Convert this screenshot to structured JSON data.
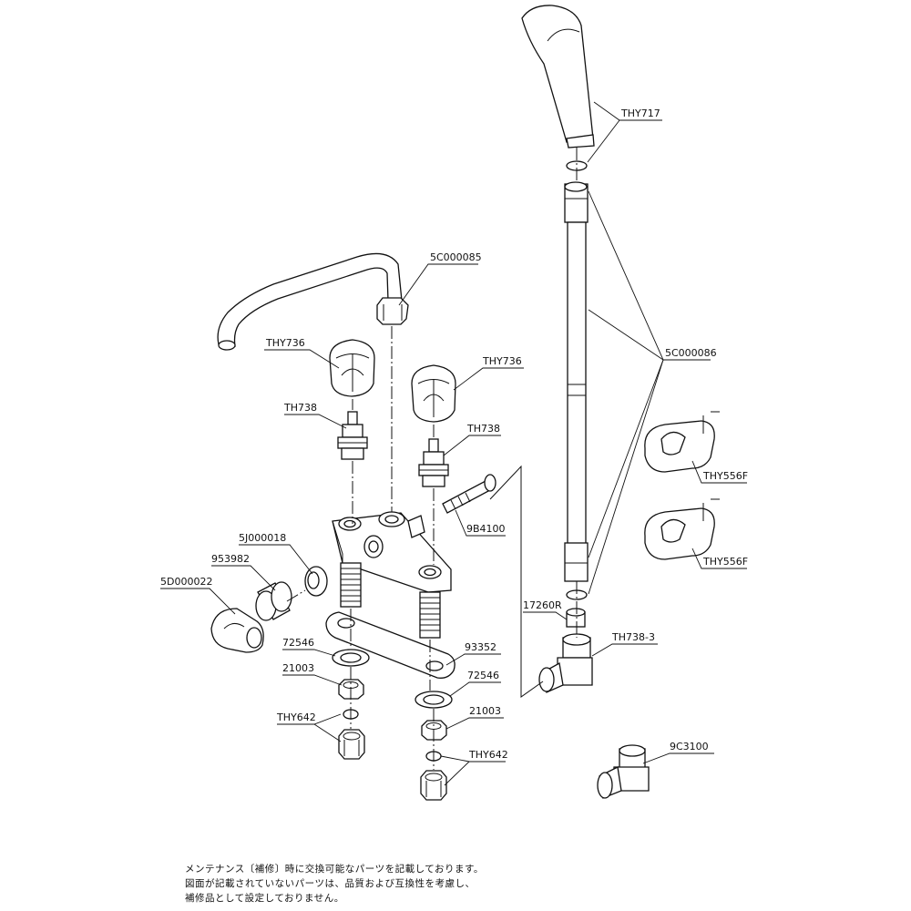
{
  "labels": {
    "spout": "5C000085",
    "handle_left": "THY736",
    "handle_right": "THY736",
    "cartridge_left": "TH738",
    "cartridge_right": "TH738",
    "shower_head": "THY717",
    "hose": "5C000086",
    "hook_upper": "THY556F",
    "hook_lower": "THY556F",
    "diverter_pin": "9B4100",
    "cap": "5J000018",
    "ring": "953982",
    "lever": "5D000022",
    "washer_left": "72546",
    "plate": "93352",
    "washer_right": "72546",
    "nut_left": "21003",
    "nut_right": "21003",
    "union_left": "THY642",
    "union_right": "THY642",
    "packing": "17260R",
    "elbow": "TH738-3",
    "adapter": "9C3100"
  },
  "notes": [
    "メンテナンス〔補修〕時に交換可能なパーツを記載しております。",
    "図面が記載されていないパーツは、品質および互換性を考慮し、",
    "補修品として設定しておりません。"
  ]
}
